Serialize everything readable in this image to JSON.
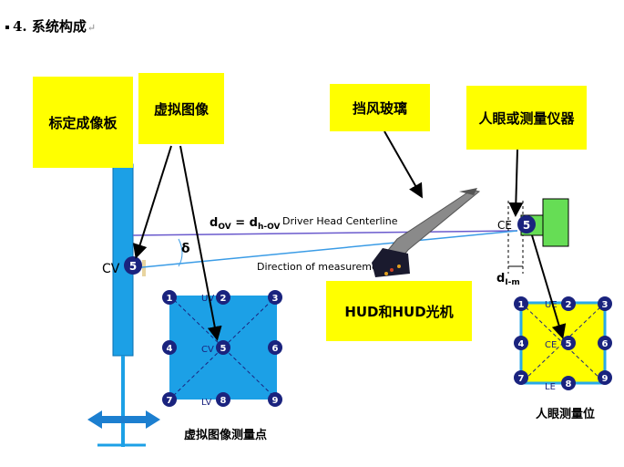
{
  "heading": {
    "number": "4.",
    "title": "系统构成",
    "return_mark": "↵"
  },
  "labels": {
    "calibration_board": "标定成像板",
    "virtual_image": "虚拟图像",
    "windshield": "挡风玻璃",
    "eye_instrument": "人眼或测量仪器",
    "hud_module": "HUD和HUD光机"
  },
  "annotations": {
    "d_ov": "d",
    "d_ov_sub": "OV",
    "equals": " = d",
    "d_hov_sub": "h-OV",
    "driver_head_centerline": "Driver Head Centerline",
    "direction_of_measurement": "Direction of measurement",
    "delta": "δ",
    "cv": "CV",
    "ce": "CE",
    "d_im": "d",
    "d_im_sub": "I-m"
  },
  "virtual_grid": {
    "points": [
      "1",
      "2",
      "3",
      "4",
      "5",
      "6",
      "7",
      "8",
      "9"
    ],
    "uv": "UV",
    "cv": "CV",
    "lv": "LV",
    "caption": "虚拟图像测量点"
  },
  "eye_grid": {
    "points": [
      "1",
      "2",
      "3",
      "4",
      "5",
      "6",
      "7",
      "8",
      "9"
    ],
    "ue": "UE",
    "ce": "CE",
    "le": "LE",
    "caption": "人眼测量位"
  },
  "center_marker": "5",
  "colors": {
    "yellow": "#ffff00",
    "blue_fill": "#1ca0e6",
    "eye_box_fill": "#ffff00",
    "eye_box_border": "#29a9e8",
    "dot": "#1a237e",
    "instrument_green": "#66dd55",
    "centerline": "#6a5acd",
    "measure_line": "#3b9ce6"
  }
}
